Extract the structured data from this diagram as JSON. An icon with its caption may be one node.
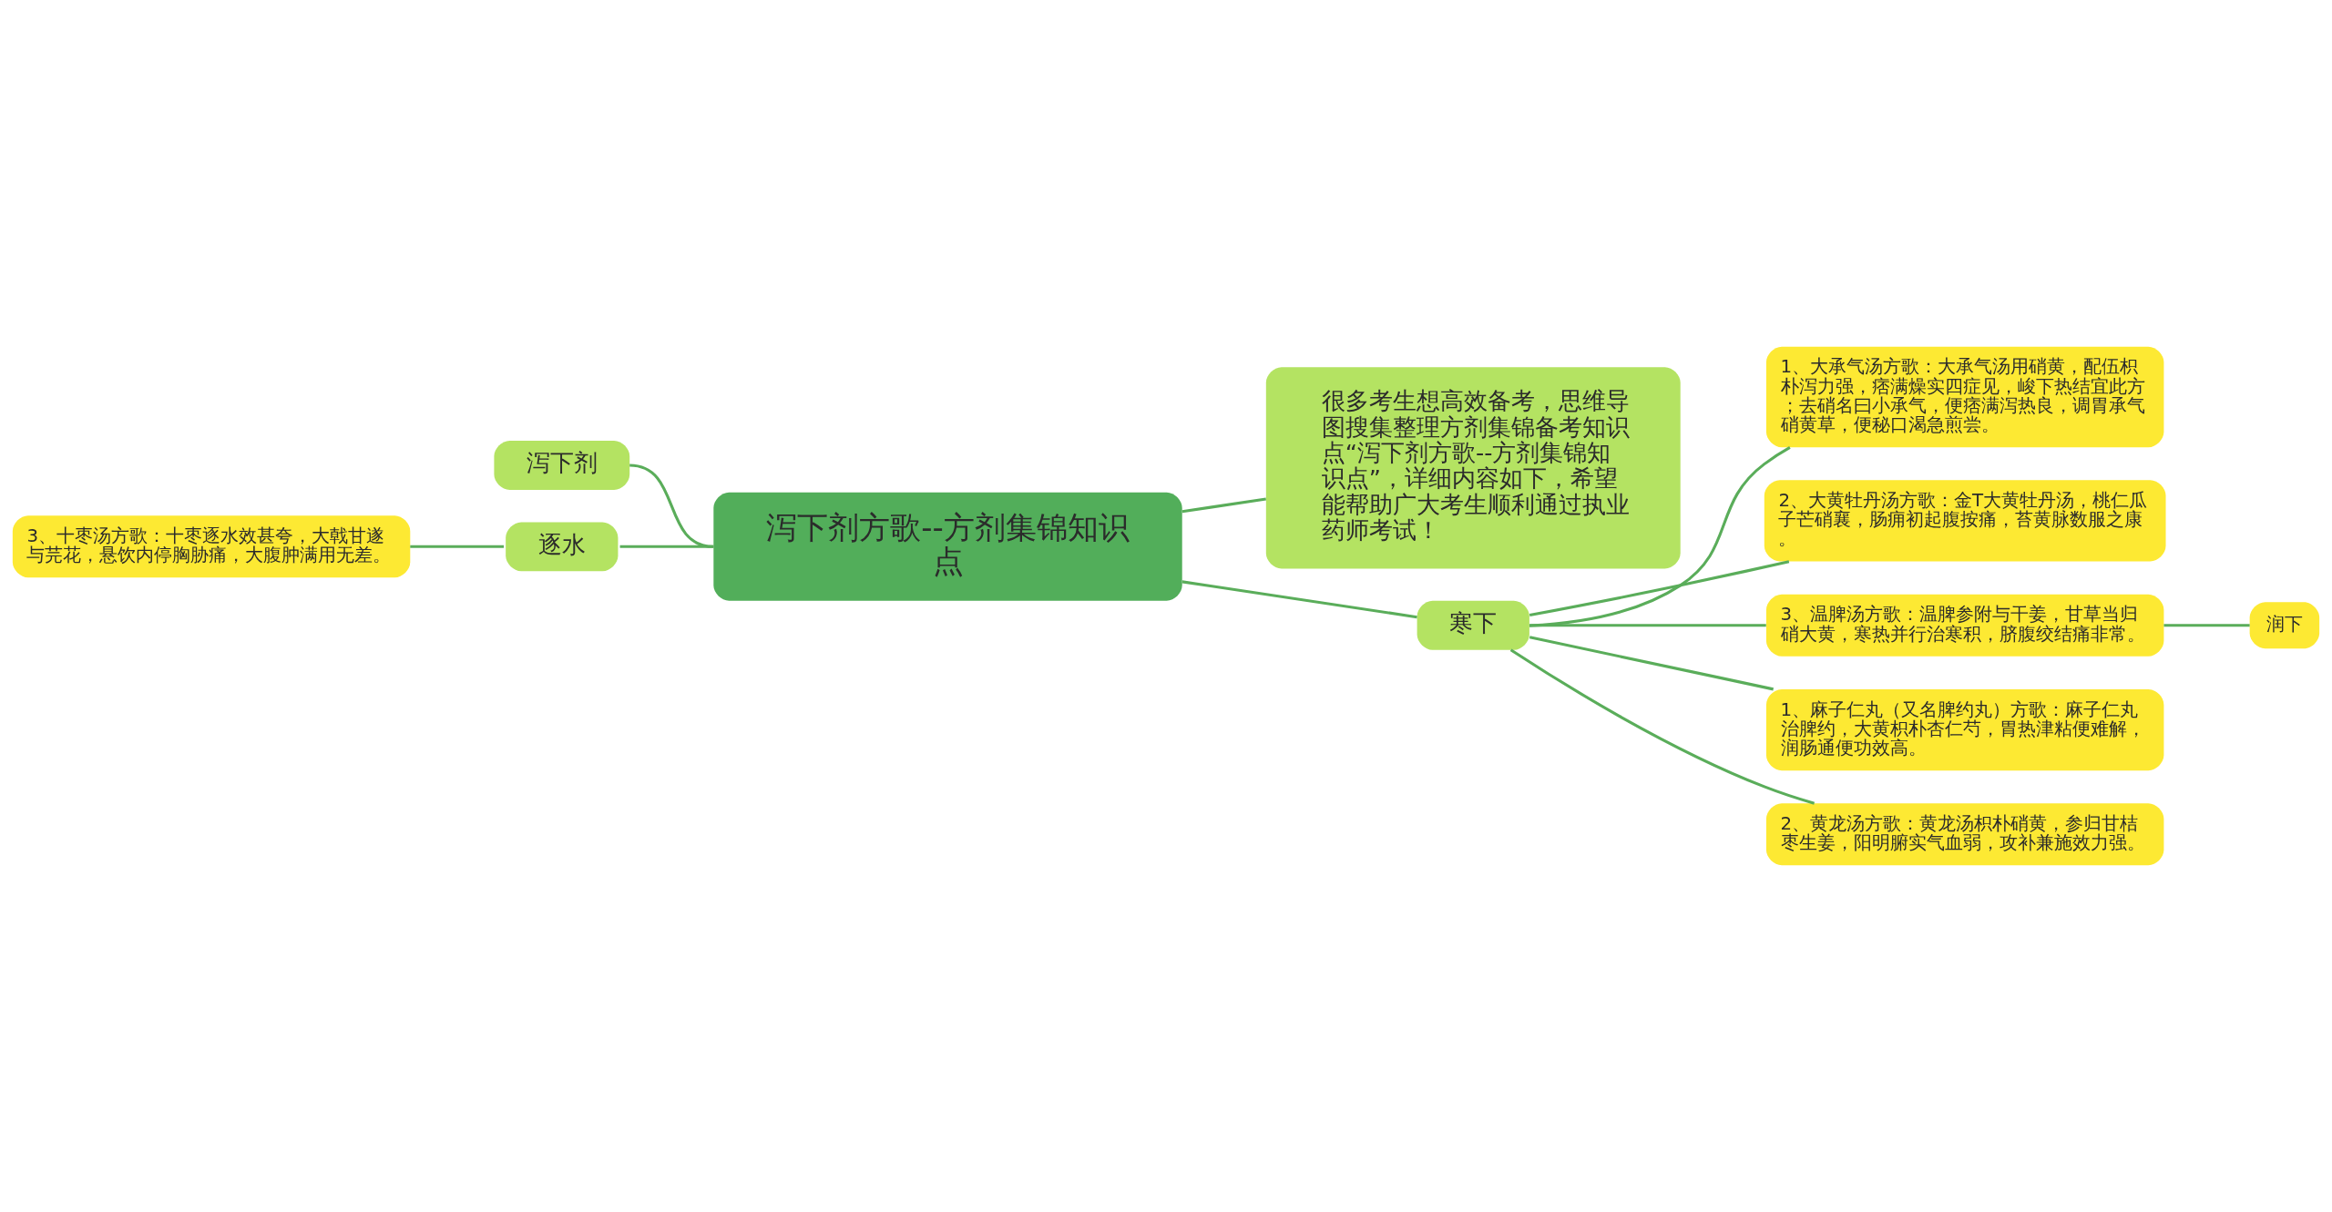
{
  "diagram": {
    "nodes": [
      {
        "text": [
          "泻下剂方歌--方剂集锦知识点"
        ]
      },
      {
        "text": [
          "很多考生想高效备考，思维导图搜集整理方剂集锦备考知识点“泻下剂方歌--方剂集锦知识点”，详细内容如下，希望能帮助广大考生顺利通过执业药师考试！"
        ]
      },
      {
        "text": [
          "泻下剂"
        ]
      },
      {
        "text": [
          "逐水"
        ]
      },
      {
        "text": [
          "3、十枣汤方歌：十枣逐水效甚夸，大戟甘遂与芫花，悬饮内停胸胁痛，大腹肿满用无差。"
        ]
      },
      {
        "text": [
          "寒下"
        ]
      },
      {
        "text": [
          "1、大承气汤方歌：大承气汤用硝黄，配伍枳朴泻力强，痞满燥实四症见，峻下热结宜此方；去硝名曰小承气，便痞满泻热良，调胃承气硝黄草，便秘口渴急煎尝。"
        ]
      },
      {
        "text": [
          "2、大黄牡丹汤方歌：金T大黄牡丹汤，桃仁瓜子芒硝襄，肠痈初起腹按痛，苔黄脉数服之康。"
        ]
      },
      {
        "text": [
          "3、温脾汤方歌：温脾参附与干姜，甘草当归硝大黄，寒热并行治寒积，脐腹绞结痛非常。"
        ]
      },
      {
        "text": [
          "1、麻子仁丸（又名脾约丸）方歌：麻子仁丸治脾约，大黄枳朴杏仁芍，胃热津粘便难解，润肠通便功效高。"
        ]
      },
      {
        "text": [
          "2、黄龙汤方歌：黄龙汤枳朴硝黄，参归甘桔枣生姜，阳明腑实气血弱，攻补兼施效力强。"
        ]
      },
      {
        "text": [
          "润下"
        ]
      }
    ],
    "edges": [
      {
        "from": 0,
        "to": 1,
        "arrow": "none"
      },
      {
        "from": 0,
        "to": 2,
        "arrow": "none"
      },
      {
        "from": 0,
        "to": 3,
        "arrow": "none"
      },
      {
        "from": 3,
        "to": 4,
        "arrow": "none"
      },
      {
        "from": 0,
        "to": 5,
        "arrow": "none"
      },
      {
        "from": 5,
        "to": 6,
        "arrow": "none"
      },
      {
        "from": 5,
        "to": 7,
        "arrow": "none"
      },
      {
        "from": 5,
        "to": 8,
        "arrow": "none"
      },
      {
        "from": 5,
        "to": 9,
        "arrow": "none"
      },
      {
        "from": 5,
        "to": 10,
        "arrow": "none"
      },
      {
        "from": 8,
        "to": 11,
        "arrow": "none"
      }
    ]
  }
}
